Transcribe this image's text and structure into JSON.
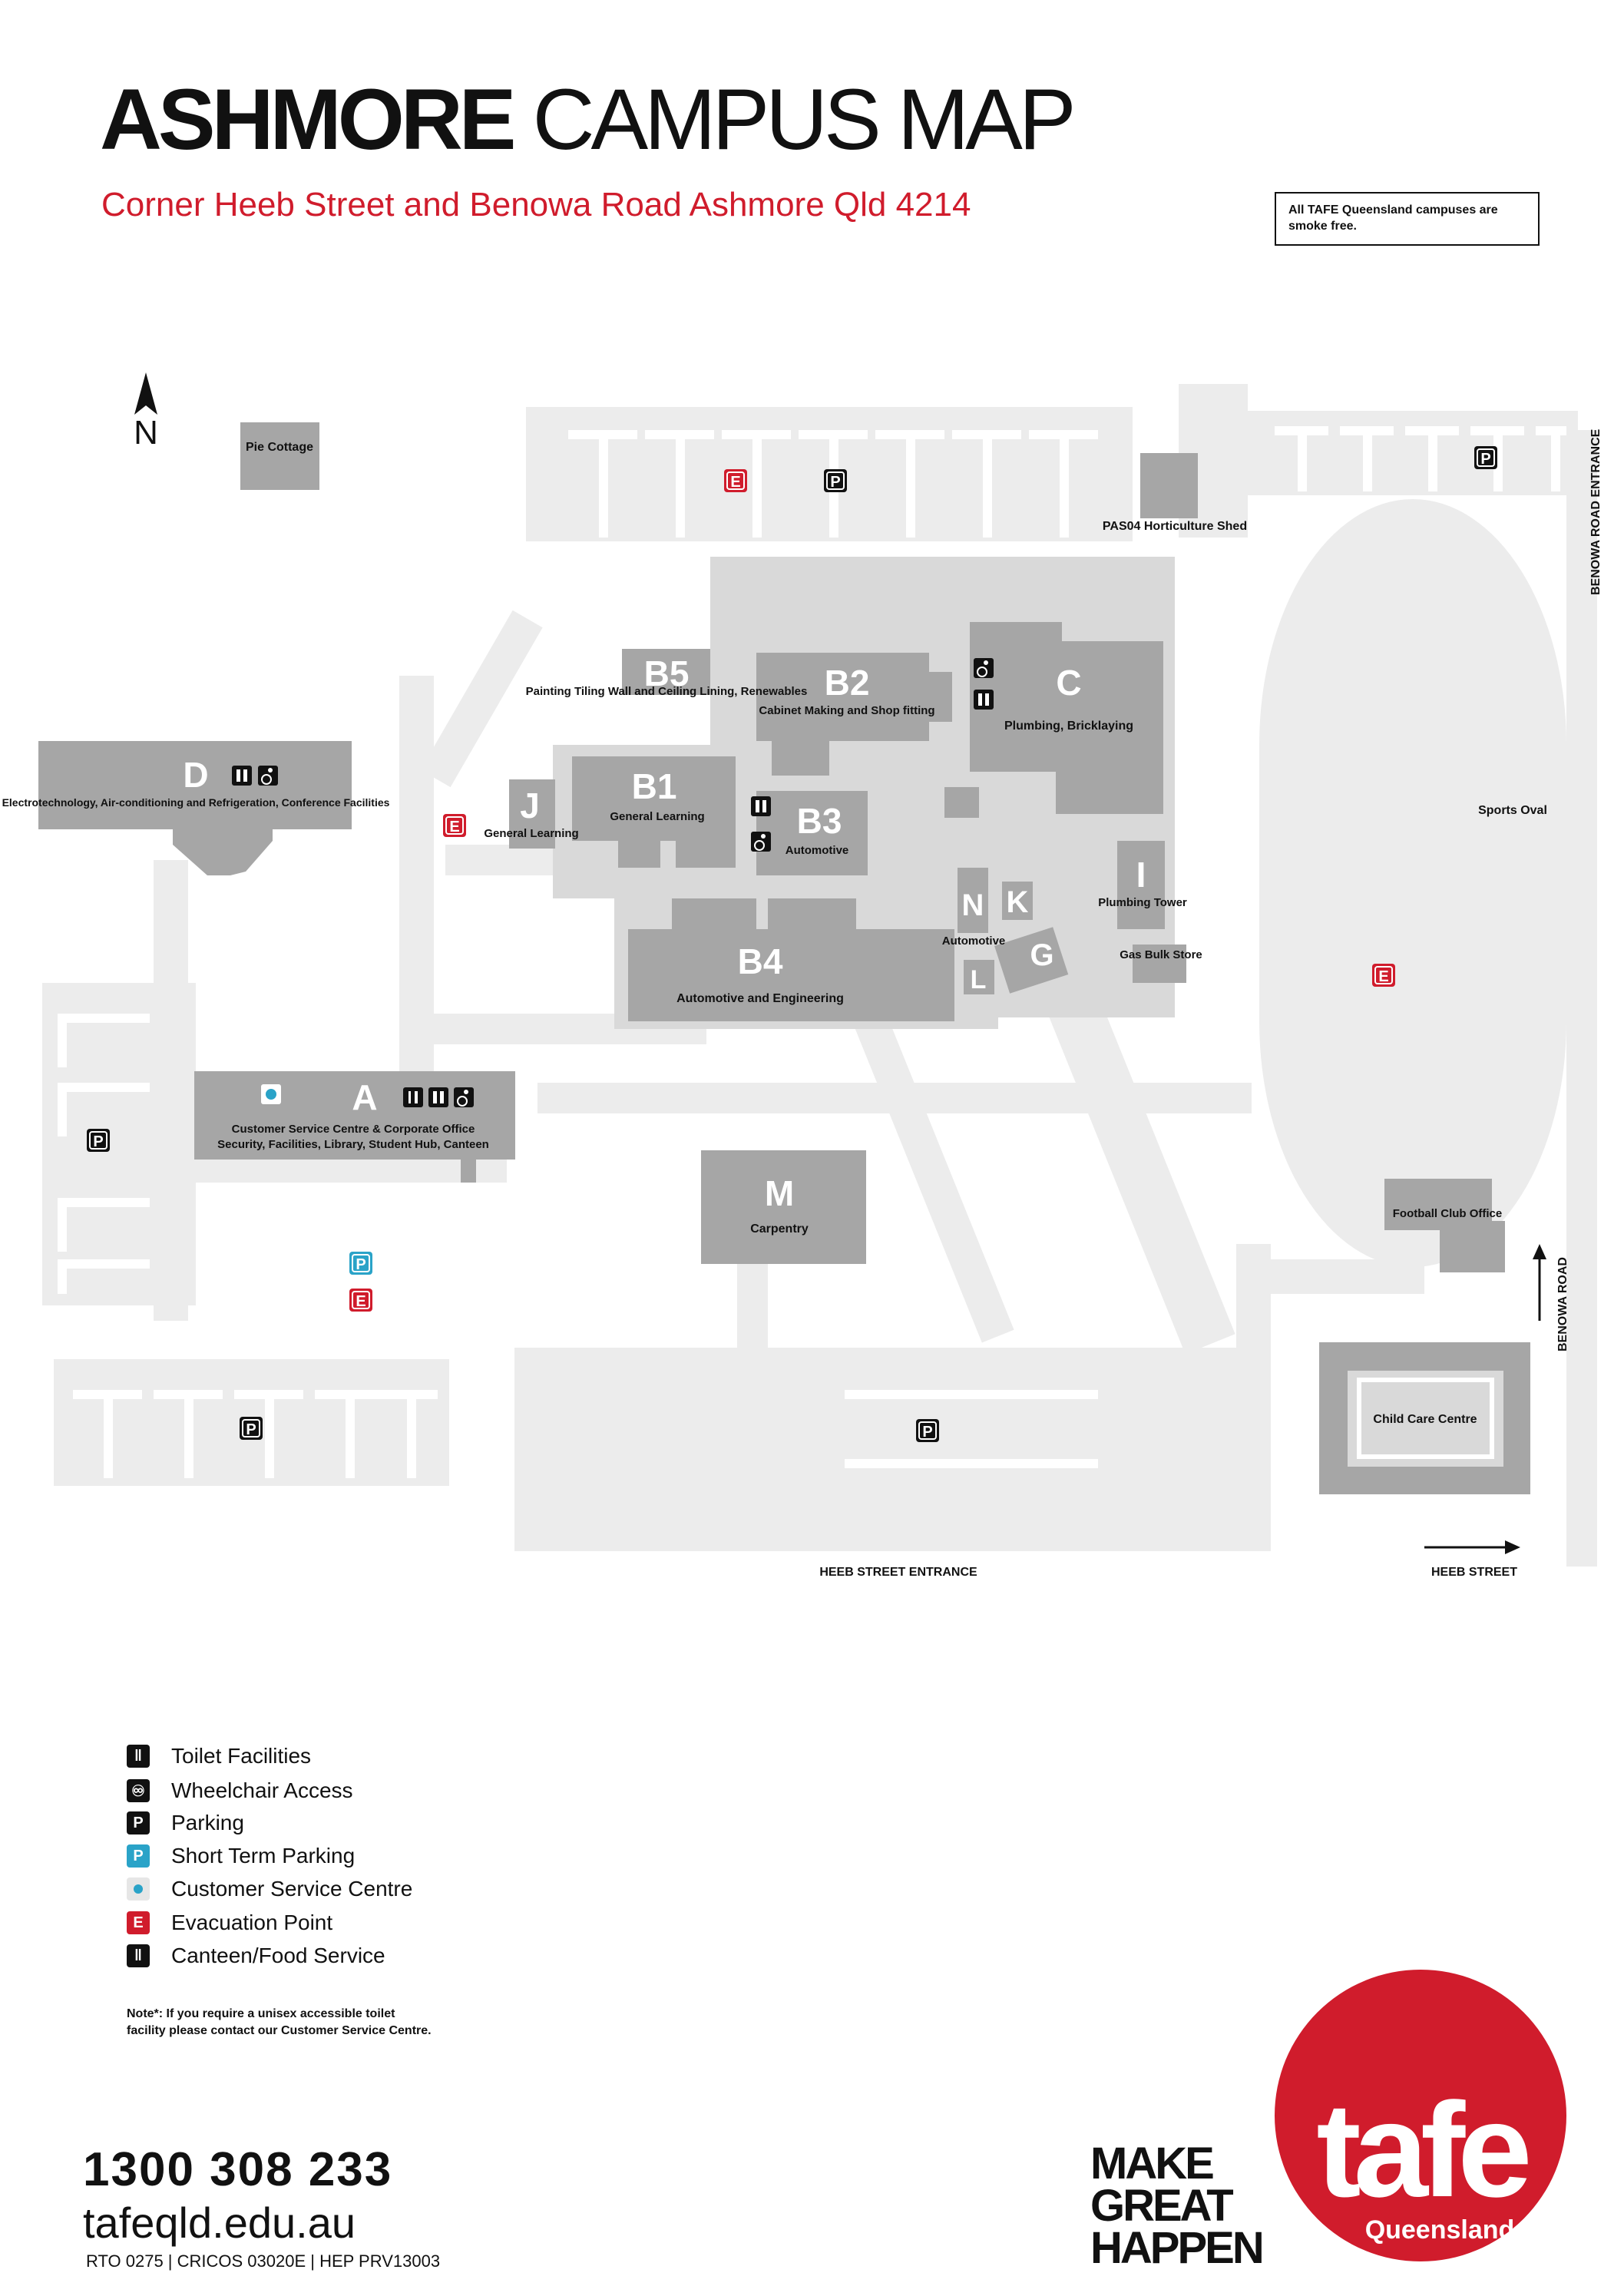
{
  "header": {
    "title_bold": "ASHMORE",
    "title_light": "CAMPUS MAP",
    "address": "Corner Heeb Street and Benowa Road Ashmore Qld 4214",
    "smoke_free": "All TAFE Queensland campuses are smoke free."
  },
  "map": {
    "north": "N",
    "buildings": {
      "pie": "Pie Cottage",
      "pas04": "PAS04 Horticulture Shed",
      "b5_code": "B5",
      "b5_desc": "Painting Tiling Wall and Ceiling Lining, Renewables",
      "b2_code": "B2",
      "b2_desc": "Cabinet Making and Shop fitting",
      "c_code": "C",
      "c_desc": "Plumbing, Bricklaying",
      "d_code": "D",
      "d_desc": "Electrotechnology, Air-conditioning and Refrigeration, Conference Facilities",
      "j_code": "J",
      "j_desc": "General Learning",
      "b1_code": "B1",
      "b1_desc": "General Learning",
      "b3_code": "B3",
      "b3_desc": "Automotive",
      "n_code": "N",
      "k_code": "K",
      "nk_desc": "Automotive",
      "i_code": "I",
      "i_desc": "Plumbing Tower",
      "g_code": "G",
      "l_code": "L",
      "gas": "Gas Bulk Store",
      "b4_code": "B4",
      "b4_desc": "Automotive and Engineering",
      "a_code": "A",
      "a_desc1": "Customer Service Centre & Corporate Office",
      "a_desc2": "Security, Facilities, Library, Student Hub, Canteen",
      "m_code": "M",
      "m_desc": "Carpentry",
      "football": "Football Club Office",
      "childcare": "Child Care Centre",
      "oval": "Sports Oval"
    },
    "labels": {
      "benowa_entrance": "BENOWA ROAD ENTRANCE",
      "benowa_road": "BENOWA ROAD",
      "heeb_entrance": "HEEB STREET ENTRANCE",
      "heeb_street": "HEEB STREET"
    },
    "marker_letters": {
      "evacuation": "E",
      "parking": "P"
    }
  },
  "legend": {
    "toilet": "Toilet Facilities",
    "wheelchair": "Wheelchair Access",
    "parking": "Parking",
    "short_term": "Short Term Parking",
    "customer_service": "Customer Service Centre",
    "evacuation": "Evacuation Point",
    "canteen": "Canteen/Food Service"
  },
  "note": "Note*: If you require a unisex accessible toilet facility please contact our Customer Service Centre.",
  "footer": {
    "phone": "1300 308 233",
    "website": "tafeqld.edu.au",
    "rto": "RTO 0275 | CRICOS 03020E | HEP PRV13003",
    "slogan_1": "MAKE",
    "slogan_2": "GREAT",
    "slogan_3": "HAPPEN",
    "logo_word": "tafe",
    "logo_sub": "Queensland"
  },
  "colors": {
    "brand_red": "#d01c2c",
    "short_term_blue": "#2aa3c8",
    "building_grey": "#a6a6a6",
    "ground_grey": "#d9d9d9",
    "road_grey": "#ececec"
  }
}
